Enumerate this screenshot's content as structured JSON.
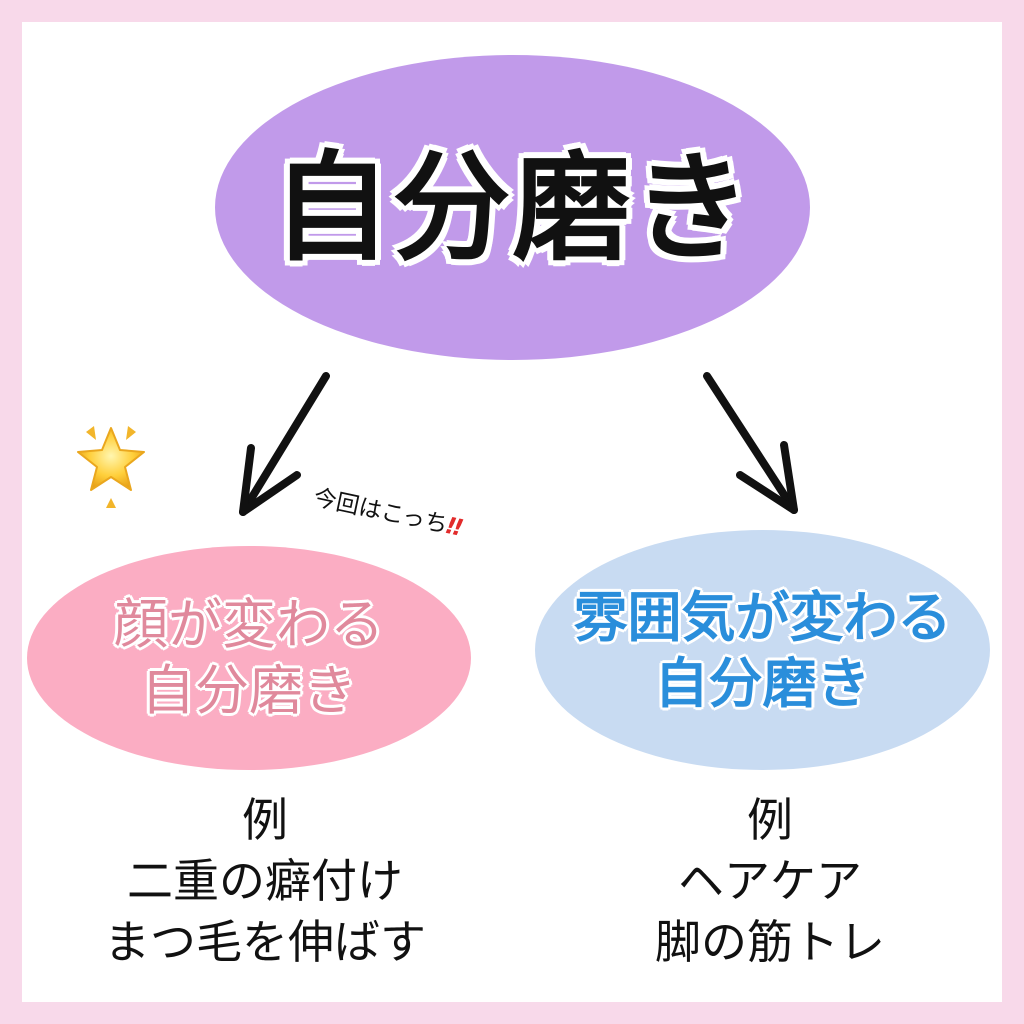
{
  "main": {
    "title": "自分磨き",
    "color": "#c19aea"
  },
  "annotation": {
    "text": "今回はこっち",
    "emphasis": "‼",
    "emphasis_color": "#e22b2b"
  },
  "decoration": {
    "star_icon": "glowing-star-icon"
  },
  "left_branch": {
    "line1": "顔が変わる",
    "line2": "自分磨き",
    "bg_color": "#fbadc3",
    "text_color": "#e0899c",
    "examples_heading": "例",
    "examples": [
      "二重の癖付け",
      "まつ毛を伸ばす"
    ]
  },
  "right_branch": {
    "line1": "雰囲気が変わる",
    "line2": "自分磨き",
    "bg_color": "#c8dbf2",
    "text_color": "#2a8edb",
    "examples_heading": "例",
    "examples": [
      "ヘアケア",
      "脚の筋トレ"
    ]
  },
  "frame": {
    "border_color": "#f8d9ea",
    "panel_color": "#ffffff"
  }
}
